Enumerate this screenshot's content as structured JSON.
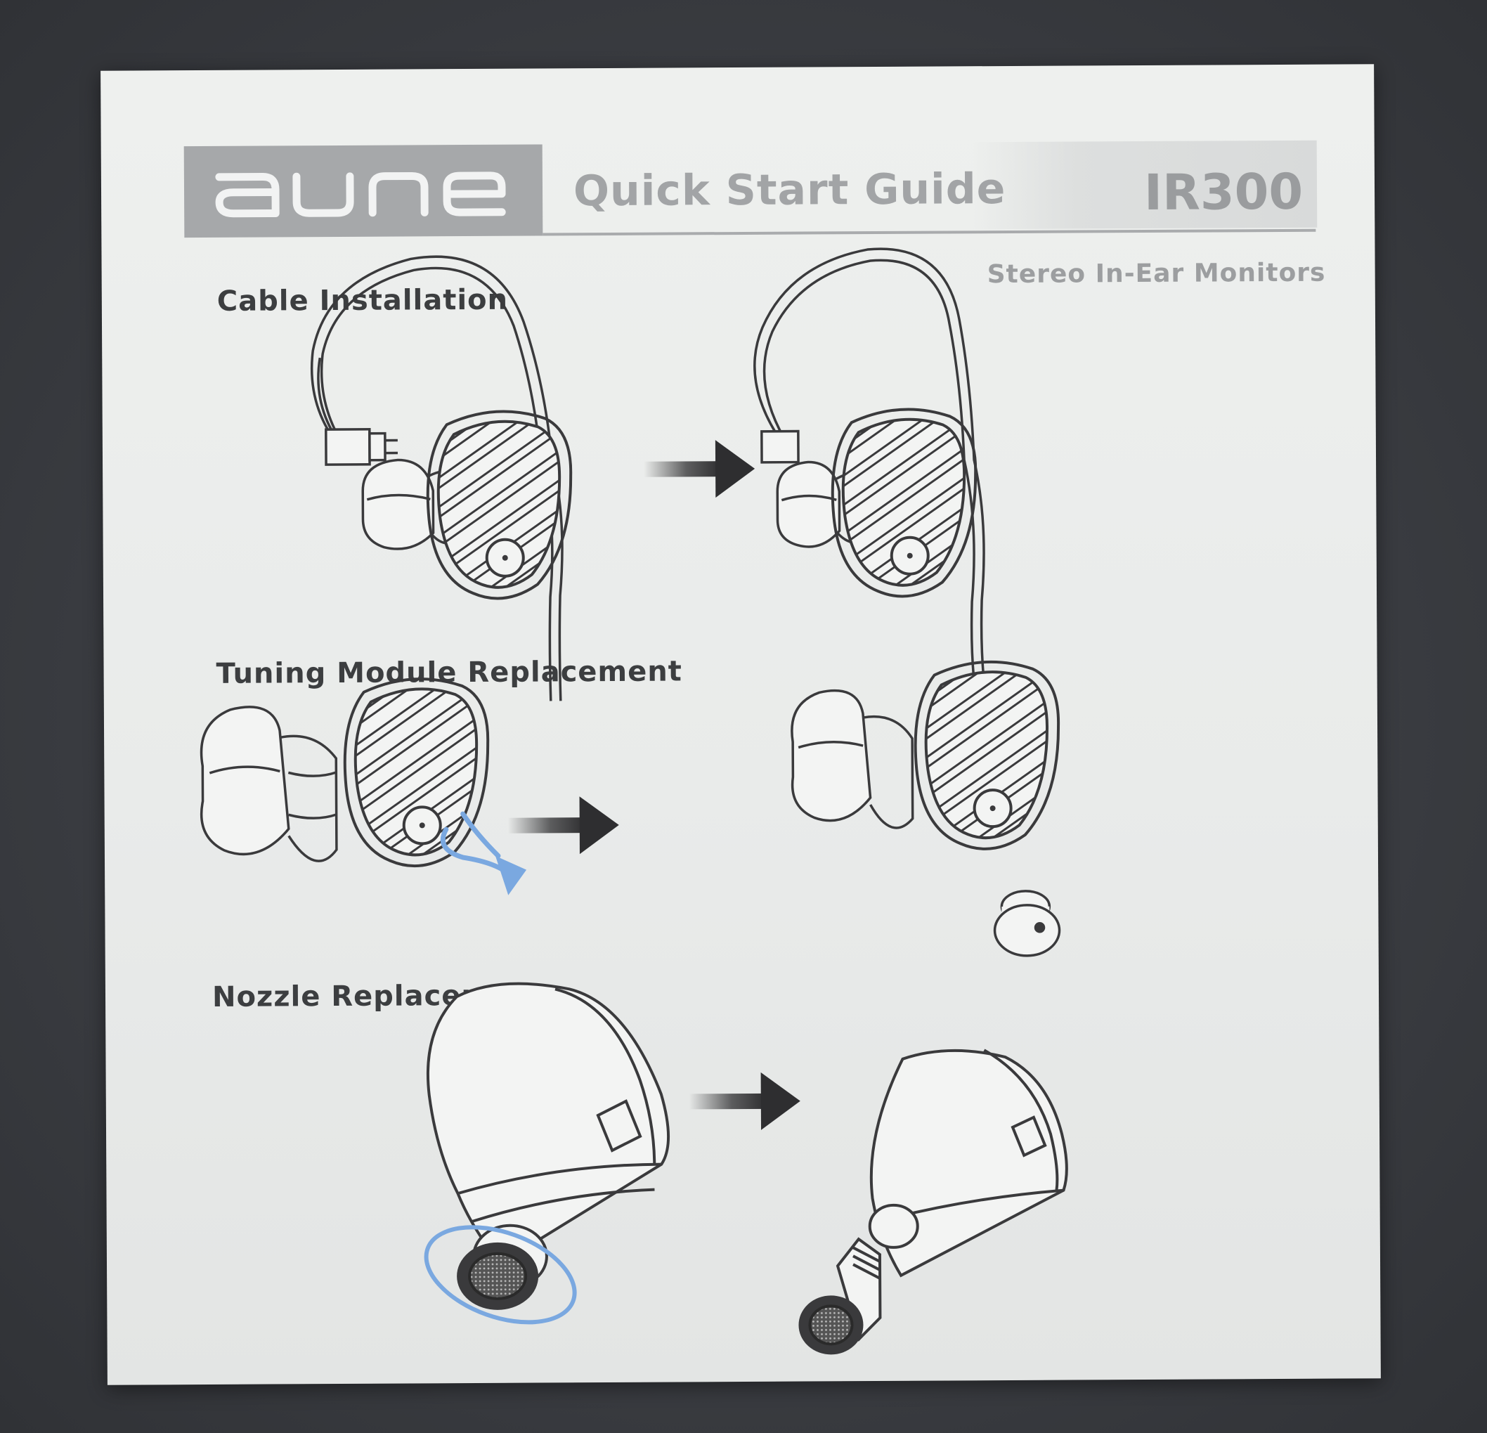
{
  "brand": {
    "logo_text": "aune",
    "logo_box_color": "#a6a8aa"
  },
  "header": {
    "title": "Quick Start Guide",
    "model": "IR300",
    "subtitle": "Stereo In-Ear Monitors"
  },
  "sections": {
    "cable": {
      "label": "Cable Installation"
    },
    "tuning": {
      "label": "Tuning Module Replacement"
    },
    "nozzle": {
      "label": "Nozzle Replacement"
    }
  },
  "colors": {
    "line_art": "#3a3a3c",
    "arrow_dark": "#2e2e30",
    "accent_blue": "#7aa8e0",
    "card": "#eceeed",
    "background": "#3c3e43"
  },
  "icons": [
    "earphone-with-cable-illustration",
    "earphone-with-tip-illustration",
    "nozzle-shell-illustration",
    "direction-arrow-icon"
  ]
}
